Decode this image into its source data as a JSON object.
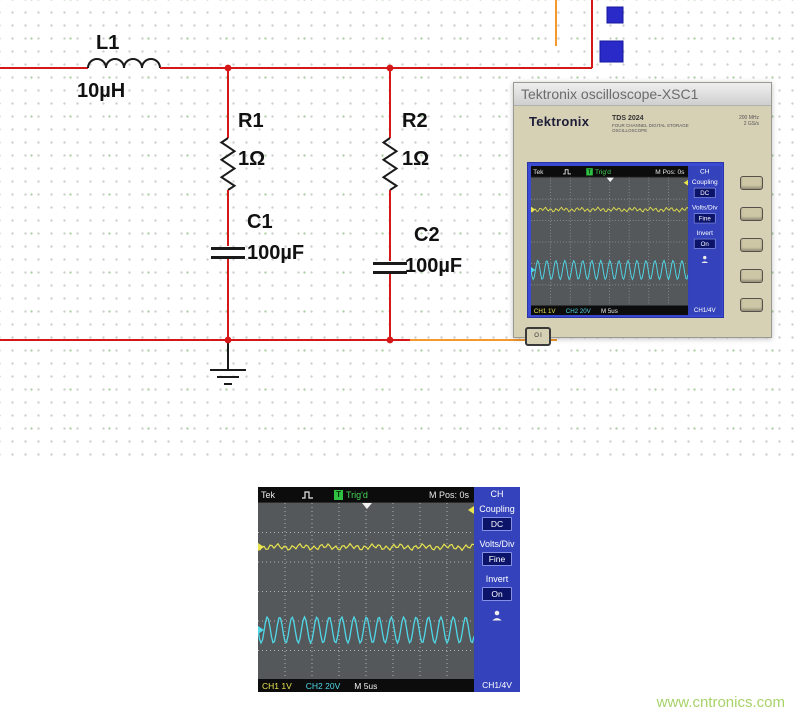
{
  "watermark": {
    "text": "www.cntronics.com",
    "color": "#a7d368"
  },
  "circuit": {
    "components": {
      "l1": {
        "ref": "L1",
        "value": "10µH"
      },
      "r1": {
        "ref": "R1",
        "value": "1Ω"
      },
      "c1": {
        "ref": "C1",
        "value": "100µF"
      },
      "r2": {
        "ref": "R2",
        "value": "1Ω"
      },
      "c2": {
        "ref": "C2",
        "value": "100µF"
      }
    },
    "colors": {
      "wire": "#d41818",
      "wire_alt": "#f5992e",
      "component": "#1a1a1a",
      "terminal_fill": "#2a2ac8",
      "junction": "#d41818"
    }
  },
  "instrument_window": {
    "title": "Tektronix oscilloscope-XSC1",
    "brand": "Tektronix",
    "model": "TDS 2024",
    "model_desc": "FOUR CHANNEL DIGITAL STORAGE OSCILLOSCOPE",
    "model_specs_1": "200 MHz",
    "model_specs_2": "2 GS/s"
  },
  "scope": {
    "tek_label": "Tek",
    "trig_badge": "T",
    "trig_status": "Trig'd",
    "m_pos": "M Pos: 0s",
    "ch_header": "CH",
    "coupling_label": "Coupling",
    "coupling_value": "DC",
    "voltsdiv_label": "Volts/Div",
    "voltsdiv_value": "Fine",
    "invert_label": "Invert",
    "invert_value": "On",
    "ch1_readout": "CH1 1V",
    "ch2_readout": "CH2 20V",
    "time_readout": "M 5us",
    "trigger_readout": "CH1/4V",
    "screen_bg": "#54585b",
    "grid": {
      "color": "rgba(235,238,238,0.6)",
      "hdivs": 8,
      "vdivs": 6
    },
    "waves": {
      "ch1": {
        "name": "CH1",
        "color": "#e8e34e",
        "base": 44,
        "amp": 2.2,
        "k1": 1.15,
        "amp2": 1.2,
        "k2": 3.9
      },
      "ch2": {
        "name": "CH2",
        "color": "#4fd8e8",
        "base": 127,
        "amp": 13,
        "period": 12.4
      }
    }
  }
}
